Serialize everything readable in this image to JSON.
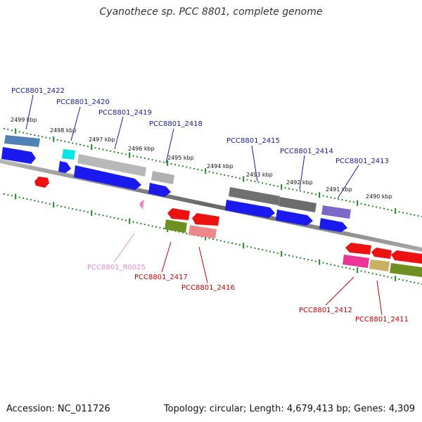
{
  "title": "Cyanothece sp. PCC 8801, complete genome",
  "footer": {
    "accession": "Accession: NC_011726",
    "topology": "Topology: circular; Length: 4,679,413 bp; Genes: 4,309"
  },
  "colors": {
    "upper_label": "#1a1aa6",
    "lower_label": "#cc0000",
    "rna_label": "#ee88cc",
    "tick": "#228822",
    "backbone": "#777777"
  },
  "scale_ticks": [
    "2499 kbp",
    "2498 kbp",
    "2497 kbp",
    "2496 kbp",
    "2495 kbp",
    "2494 kbp",
    "2493 kbp",
    "2492 kbp",
    "2491 kbp",
    "2490 kbp"
  ],
  "gene_labels": {
    "upper": [
      "PCC8801_2422",
      "PCC8801_2420",
      "PCC8801_2419",
      "PCC8801_2418",
      "PCC8801_2415",
      "PCC8801_2414",
      "PCC8801_2413"
    ],
    "lower": [
      "PCC8801_R0025",
      "PCC8801_2417",
      "PCC8801_2416",
      "PCC8801_2412",
      "PCC8801_2411"
    ]
  }
}
